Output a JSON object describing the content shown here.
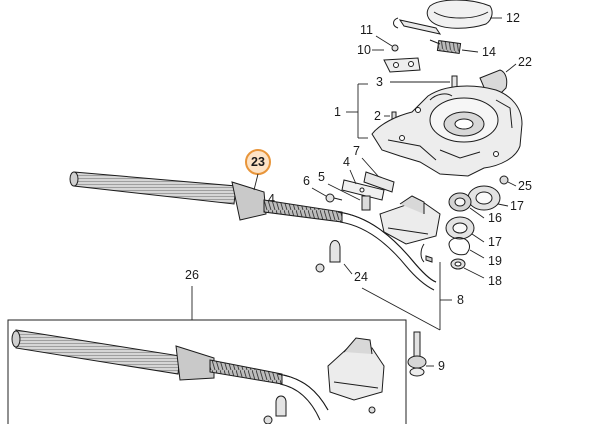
{
  "colors": {
    "line": "#1c1c1c",
    "highlight": "#e8953a",
    "highlight_fill": "#fde3c6",
    "shaft_gray": "#dcdcdc",
    "metal_light": "#ececec"
  },
  "callouts": {
    "c1": "1",
    "c2": "2",
    "c3": "3",
    "c4": "4",
    "c5": "5",
    "c6": "6",
    "c7": "7",
    "c8": "8",
    "c9": "9",
    "c10": "10",
    "c11": "11",
    "c12": "12",
    "c14": "14",
    "c16": "16",
    "c17a": "17",
    "c17b": "17",
    "c18": "18",
    "c19": "19",
    "c22": "22",
    "c23": "23",
    "c24": "24",
    "c25": "25",
    "c26": "26"
  },
  "highlighted_part": "23"
}
